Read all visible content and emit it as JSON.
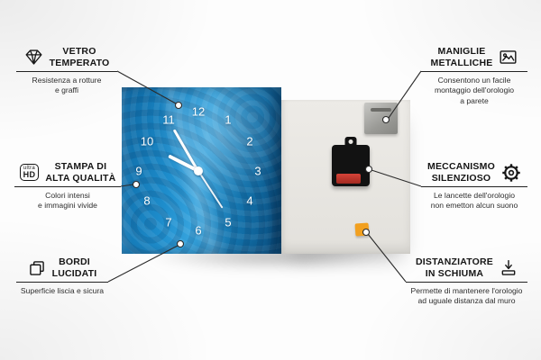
{
  "callouts": {
    "vetro": {
      "title": "VETRO\nTEMPERATO",
      "desc": "Resistenza a rotture\ne graffi",
      "icon": "diamond"
    },
    "stampa": {
      "title": "STAMPA DI\nALTA QUALITÀ",
      "desc": "Colori intensi\ne immagini vivide",
      "icon": "ultra-hd-badge",
      "icon_top": "ultra",
      "icon_bottom": "HD"
    },
    "bordi": {
      "title": "BORDI\nLUCIDATI",
      "desc": "Superficie liscia e sicura",
      "icon": "stacked-layers"
    },
    "maniglie": {
      "title": "MANIGLIE\nMETALLICHE",
      "desc": "Consentono un facile\nmontaggio dell'orologio\na parete",
      "icon": "picture-frame"
    },
    "meccanismo": {
      "title": "MECCANISMO\nSILENZIOSO",
      "desc": "Le lancette dell'orologio\nnon emetton alcun suono",
      "icon": "gear"
    },
    "distanziatore": {
      "title": "DISTANZIATORE\nIN SCHIUMA",
      "desc": "Permette di mantenere l'orologio\nad uguale distanza dal muro",
      "icon": "foam-spacer"
    }
  },
  "clock": {
    "numbers": [
      "12",
      "1",
      "2",
      "3",
      "4",
      "5",
      "6",
      "7",
      "8",
      "9",
      "10",
      "11"
    ]
  },
  "colors": {
    "clock_face_blue": "#1e8ecd",
    "back_panel": "#e8e6e1",
    "foam_orange": "#f2a01f",
    "line_color": "#2b2b2b"
  }
}
